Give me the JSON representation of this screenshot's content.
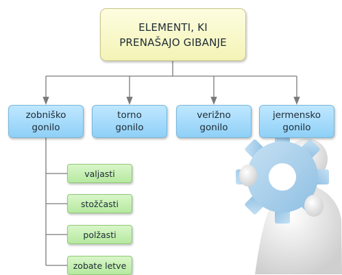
{
  "diagram": {
    "root": {
      "label": "ELEMENTI, KI\nPRENAŠAJO GIBANJE"
    },
    "categories": [
      {
        "label": "zobniško\ngonilo"
      },
      {
        "label": "torno\ngonilo"
      },
      {
        "label": "verižno\ngonilo"
      },
      {
        "label": "jermensko\ngonilo"
      }
    ],
    "subtypes": [
      {
        "label": "valjasti"
      },
      {
        "label": "stožčasti"
      },
      {
        "label": "polžasti"
      },
      {
        "label": "zobate letve"
      }
    ]
  },
  "illustration": {
    "icon": "gear-person-icon"
  },
  "colors": {
    "root_fill": "#f6f5bf",
    "category_fill": "#a8dcfb",
    "subtype_fill": "#c6efb2",
    "connector": "#7a7a7a",
    "gear": "#a9cde8"
  }
}
